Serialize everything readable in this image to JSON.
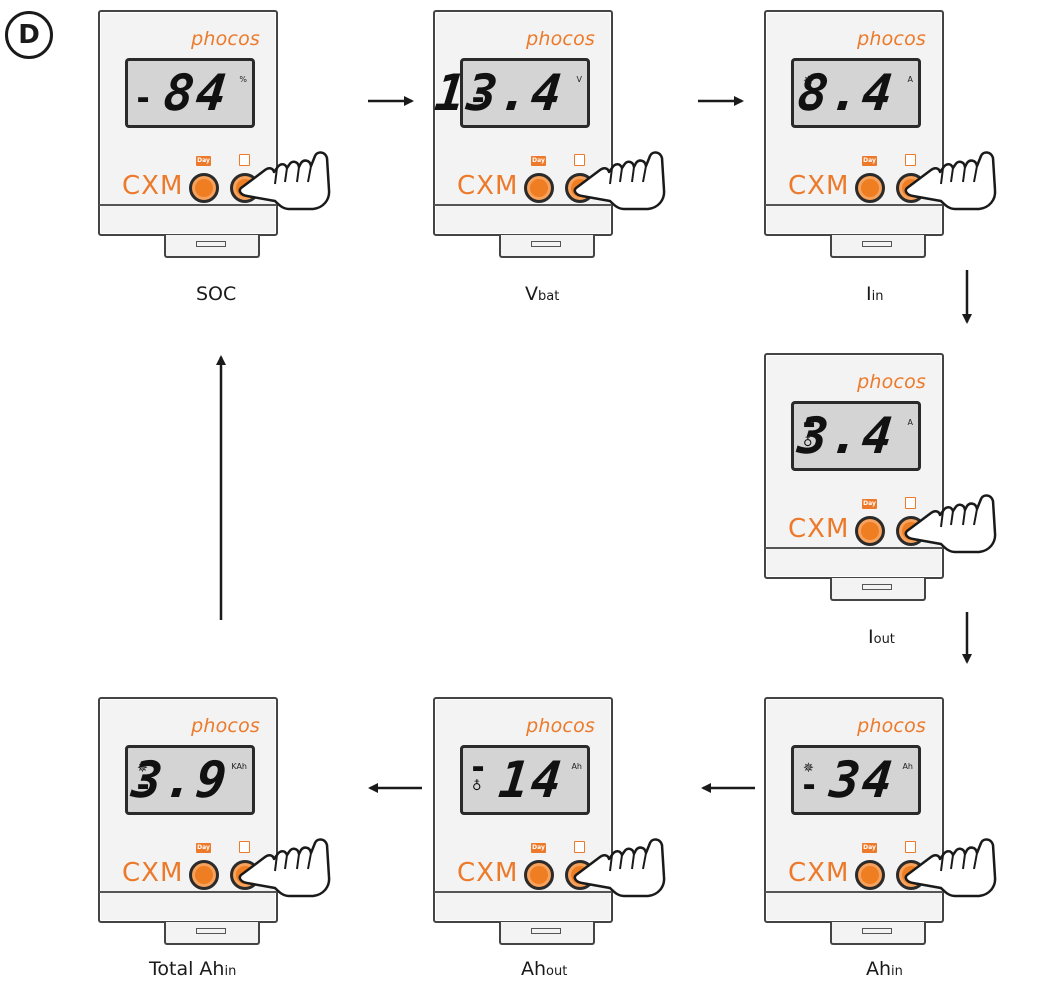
{
  "step_label": "D",
  "units": [
    {
      "id": "soc",
      "brand": "phocos",
      "model": "CXM",
      "value": "84",
      "unit": "%",
      "ind_top": "",
      "ind_bottom": "▬",
      "caption_main": "SOC",
      "caption_sub": ""
    },
    {
      "id": "vbat",
      "brand": "phocos",
      "model": "CXM",
      "value": "13.4",
      "unit": "V",
      "ind_top": "",
      "ind_bottom": "▬",
      "caption_main": "V",
      "caption_sub": "bat"
    },
    {
      "id": "iin",
      "brand": "phocos",
      "model": "CXM",
      "value": "8.4",
      "unit": "A",
      "ind_top": "✵",
      "ind_bottom": "▁",
      "caption_main": "I",
      "caption_sub": "in"
    },
    {
      "id": "iout",
      "brand": "phocos",
      "model": "CXM",
      "value": "3.4",
      "unit": "A",
      "ind_top": "▬",
      "ind_bottom": "♁",
      "caption_main": "I",
      "caption_sub": "out"
    },
    {
      "id": "ahin",
      "brand": "phocos",
      "model": "CXM",
      "value": "34",
      "unit": "Ah",
      "ind_top": "✵",
      "ind_bottom": "▬",
      "caption_main": "Ah",
      "caption_sub": "in"
    },
    {
      "id": "ahout",
      "brand": "phocos",
      "model": "CXM",
      "value": "14",
      "unit": "Ah",
      "ind_top": "▬",
      "ind_bottom": "♁",
      "caption_main": "Ah",
      "caption_sub": "out"
    },
    {
      "id": "totalahin",
      "brand": "phocos",
      "model": "CXM",
      "value": "3.9",
      "unit": "KAh",
      "ind_top": "✵",
      "ind_bottom": "▬",
      "caption_main": "Total Ah",
      "caption_sub": "in"
    }
  ],
  "button_label_day": "Day",
  "colors": {
    "accent": "#ec7a2a",
    "lcd": "#d4d4d4",
    "outline": "#444444"
  }
}
